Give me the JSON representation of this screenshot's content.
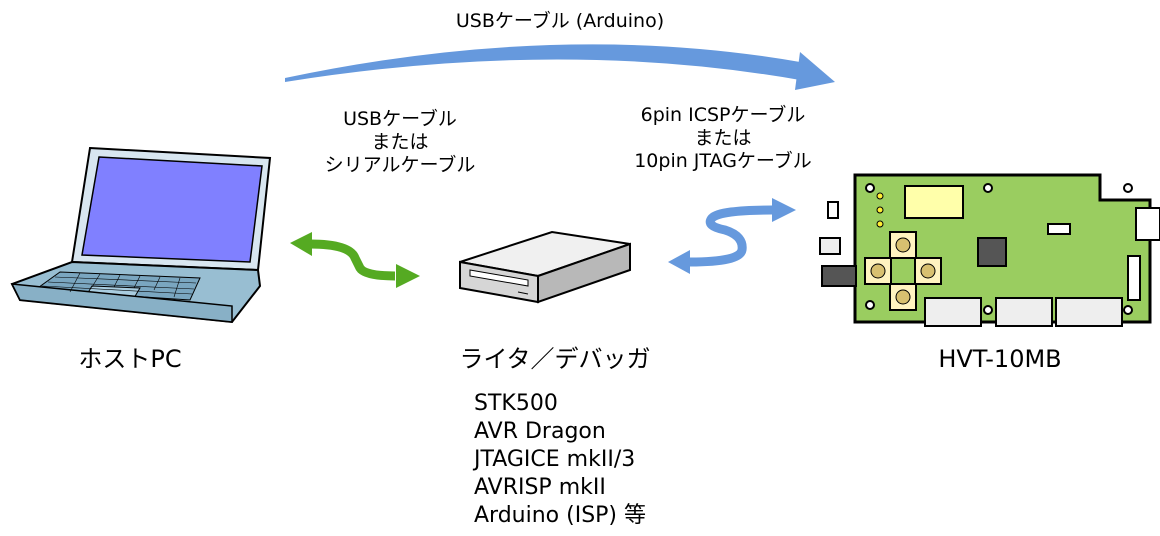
{
  "labels": {
    "top_arrow": "USBケーブル (Arduino)",
    "host_cable": [
      "USBケーブル",
      "または",
      "シリアルケーブル"
    ],
    "board_cable": [
      "6pin ICSPケーブル",
      "または",
      "10pin JTAGケーブル"
    ],
    "host": "ホストPC",
    "writer": "ライタ／デバッガ",
    "board": "HVT-10MB"
  },
  "writer_devices": [
    "STK500",
    "AVR Dragon",
    "JTAGICE mkII/3",
    "AVRISP mkII",
    "Arduino (ISP) 等"
  ],
  "colors": {
    "arrow_blue": "#6699dd",
    "arrow_green": "#55aa22",
    "laptop_screen": "#8080ff",
    "laptop_body": "#98bed2",
    "pcb_green": "#9acd60",
    "writer_gray": "#cfcfcf"
  },
  "icons": [
    "laptop-icon",
    "writer-device-icon",
    "pcb-board-icon"
  ]
}
